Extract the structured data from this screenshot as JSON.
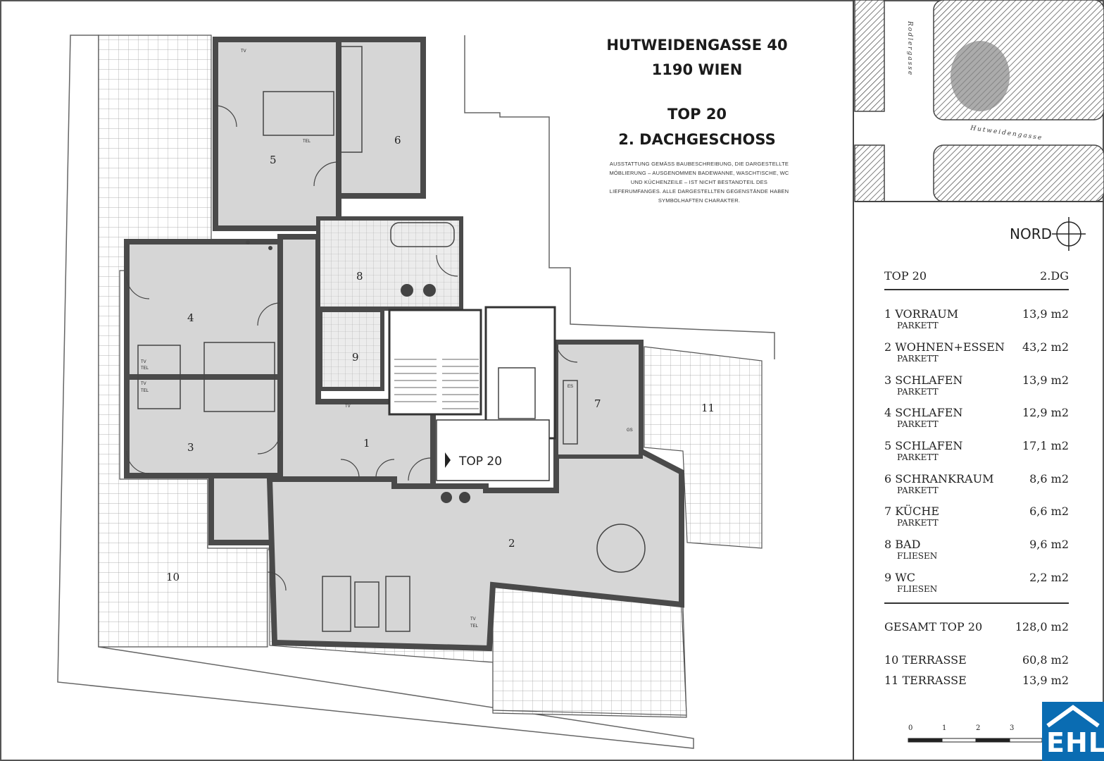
{
  "header": {
    "address_line1": "HUTWEIDENGASSE 40",
    "address_line2": "1190 WIEN",
    "unit_line": "TOP 20",
    "floor_line": "2. DACHGESCHOSS",
    "disclaimer": "AUSSTATTUNG GEMÄSS BAUBESCHREIBUNG, DIE DARGESTELLTE MÖBLIERUNG – AUSGENOMMEN BADEWANNE, WASCHTISCHE, WC UND KÜCHENZEILE – IST NICHT BESTANDTEIL DES LIEFERUMFANGES. ALLE DARGESTELLTEN GEGENSTÄNDE HABEN SYMBOLHAFTEN CHARAKTER."
  },
  "plan": {
    "room_numbers": [
      "1",
      "2",
      "3",
      "4",
      "5",
      "6",
      "7",
      "8",
      "9",
      "10",
      "11"
    ],
    "entrance_label": "TOP 20",
    "furniture_labels": {
      "tv": "TV",
      "tel": "TEL",
      "es": "ES",
      "gs": "GS"
    }
  },
  "site_map": {
    "streets": [
      "Rodlergasse",
      "Hutweidengasse"
    ]
  },
  "legend": {
    "orientation_label": "NORD",
    "unit": "TOP 20",
    "floor": "2.DG",
    "rooms": [
      {
        "label": "1 VORRAUM",
        "sub": "PARKETT",
        "area": "13,9 m2"
      },
      {
        "label": "2 WOHNEN+ESSEN",
        "sub": "PARKETT",
        "area": "43,2 m2"
      },
      {
        "label": "3 SCHLAFEN",
        "sub": "PARKETT",
        "area": "13,9 m2"
      },
      {
        "label": "4 SCHLAFEN",
        "sub": "PARKETT",
        "area": "12,9 m2"
      },
      {
        "label": "5 SCHLAFEN",
        "sub": "PARKETT",
        "area": "17,1 m2"
      },
      {
        "label": "6 SCHRANKRAUM",
        "sub": "PARKETT",
        "area": "8,6 m2"
      },
      {
        "label": "7 KÜCHE",
        "sub": "PARKETT",
        "area": "6,6 m2"
      },
      {
        "label": "8 BAD",
        "sub": "FLIESEN",
        "area": "9,6 m2"
      },
      {
        "label": "9 WC",
        "sub": "FLIESEN",
        "area": "2,2 m2"
      }
    ],
    "total": {
      "label": "GESAMT TOP 20",
      "area": "128,0 m2"
    },
    "terraces": [
      {
        "label": "10 TERRASSE",
        "area": "60,8 m2"
      },
      {
        "label": "11 TERRASSE",
        "area": "13,9 m2"
      }
    ]
  },
  "scale": [
    "0",
    "1",
    "2",
    "3"
  ],
  "logo": {
    "text": "EHL",
    "color": "#0a6cb2"
  }
}
